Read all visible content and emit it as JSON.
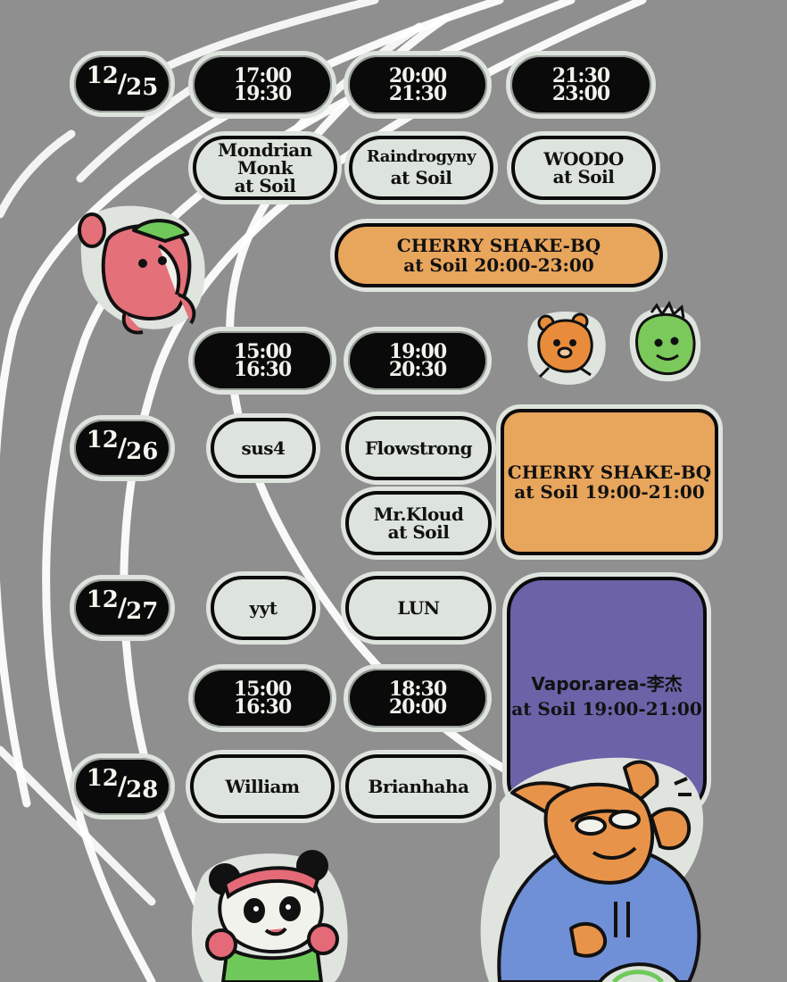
{
  "colors": {
    "background": "#8f8f8f",
    "pill_dark": "#0a0a0a",
    "pill_light": "#dde3dd",
    "cherry_box": "#e8a55c",
    "vapor_box": "#6a63a8",
    "track_lines": "#ffffff"
  },
  "day_1225": {
    "date": {
      "month": "12",
      "day": "25"
    },
    "times": [
      {
        "start": "17:00",
        "end": "19:30"
      },
      {
        "start": "20:00",
        "end": "21:30"
      },
      {
        "start": "21:30",
        "end": "23:00"
      }
    ],
    "artists": [
      {
        "line1": "Mondrian",
        "line2": "Monk",
        "line3": "at Soil"
      },
      {
        "line1": "Raindrogyny",
        "line2": "at Soil"
      },
      {
        "line1": "WOODO",
        "line2": "at Soil"
      }
    ],
    "cherry": {
      "line1": "CHERRY SHAKE-BQ",
      "line2": "at Soil 20:00-23:00"
    }
  },
  "day_1226": {
    "date": {
      "month": "12",
      "day": "26"
    },
    "times": [
      {
        "start": "15:00",
        "end": "16:30"
      },
      {
        "start": "19:00",
        "end": "20:30"
      }
    ],
    "artists": [
      {
        "line1": "sus4"
      },
      {
        "line1": "Flowstrong"
      },
      {
        "line1": "Mr.Kloud",
        "line2": "at Soil"
      }
    ],
    "cherry": {
      "line1": "CHERRY SHAKE-BQ",
      "line2": "at Soil 19:00-21:00"
    }
  },
  "day_1227": {
    "date": {
      "month": "12",
      "day": "27"
    },
    "artists": [
      {
        "line1": "yyt"
      },
      {
        "line1": "LUN"
      }
    ],
    "vapor": {
      "line1": "Vapor.area-李杰",
      "line2": "at Soil 19:00-21:00"
    }
  },
  "day_1228": {
    "date": {
      "month": "12",
      "day": "28"
    },
    "times": [
      {
        "start": "15:00",
        "end": "16:30"
      },
      {
        "start": "18:30",
        "end": "20:00"
      }
    ],
    "artists": [
      {
        "line1": "William"
      },
      {
        "line1": "Brianhaha"
      }
    ]
  },
  "mascots": [
    "dog-mascot-icon",
    "bear-mascot-icon",
    "green-monster-icon",
    "panda-mascot-icon",
    "hoodie-dog-mascot-icon"
  ]
}
